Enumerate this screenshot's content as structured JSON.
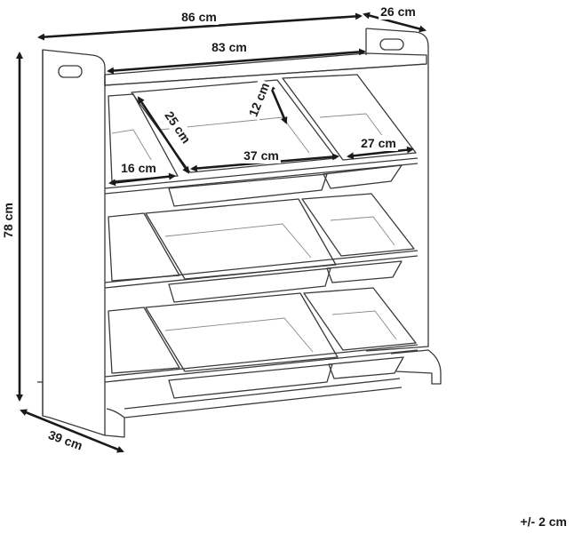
{
  "dimensions": {
    "width_total": "86 cm",
    "depth_top": "26 cm",
    "width_inner": "83 cm",
    "bin_height": "12 cm",
    "bin_depth": "25 cm",
    "bin_width": "37 cm",
    "small_bin_width": "27 cm",
    "bin_front_height": "16 cm",
    "height_total": "78 cm",
    "base_depth": "39 cm"
  },
  "tolerance": "+/- 2 cm",
  "colors": {
    "line": "#3a3a3a",
    "text": "#1a1a1a"
  }
}
